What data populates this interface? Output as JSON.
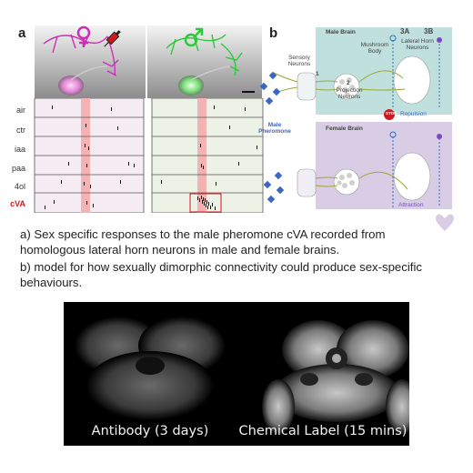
{
  "panel_a": {
    "letter": "a",
    "rows": [
      "air",
      "ctr",
      "iaa",
      "paa",
      "4ol",
      "cVA"
    ]
  },
  "panel_b": {
    "letter": "b",
    "male_brain": "Male Brain",
    "female_brain": "Female Brain",
    "sensory": "Sensory Neurons",
    "mushroom": "Mushroom Body",
    "projection": "Projection Neurons",
    "lateral_horn": "Lateral Horn Neurons",
    "num1": "1",
    "num2": "2",
    "num3a": "3A",
    "num3b": "3B",
    "stop": "STOP",
    "repulsion": "Repulsion",
    "attraction": "Attraction",
    "pheromone": "Male Pheromone"
  },
  "caption": {
    "line_a": "a) Sex specific responses to the male pheromone cVA recorded from homologous lateral horn neurons in male and female brains.",
    "line_b": "b) model for how sexually dimorphic connectivity could produce sex-specific behaviours."
  },
  "micrographs": {
    "left_label": "Antibody (3 days)",
    "right_label": "Chemical Label (15 mins)"
  },
  "colors": {
    "female_neuron": "#cc2fb6",
    "male_neuron": "#2fc83b",
    "male_brain_bg": "#bfe0dc",
    "female_brain_bg": "#d8cde4",
    "highlight": "#f3b3b3",
    "pheromone": "#3a66c4"
  }
}
